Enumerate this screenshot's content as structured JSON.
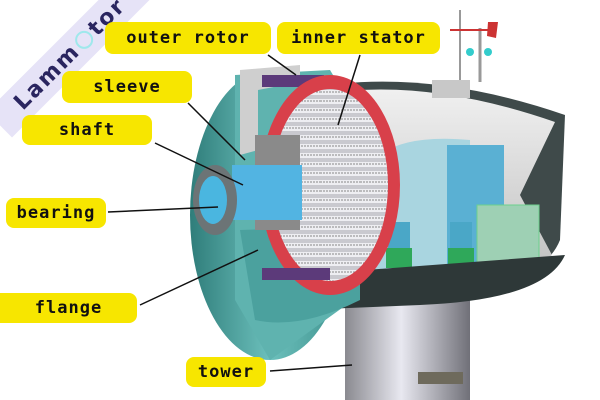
{
  "brand": {
    "text_before": "Lamm",
    "text_after": "tor",
    "full": "Lammotor",
    "color": "#2a2560",
    "band_color": "#e6e3f7",
    "gear_color": "#9fe8ec"
  },
  "labels": {
    "outer_rotor": "outer rotor",
    "inner_stator": "inner stator",
    "sleeve": "sleeve",
    "shaft": "shaft",
    "bearing": "bearing",
    "flange": "flange",
    "tower": "tower"
  },
  "colors": {
    "label_bg": "#f7e600",
    "rotor_teal": "#4fa9a6",
    "stator_red": "#d8404a",
    "shaft_blue": "#4ab6e0",
    "nacelle_grey": "#d8d8d8"
  }
}
